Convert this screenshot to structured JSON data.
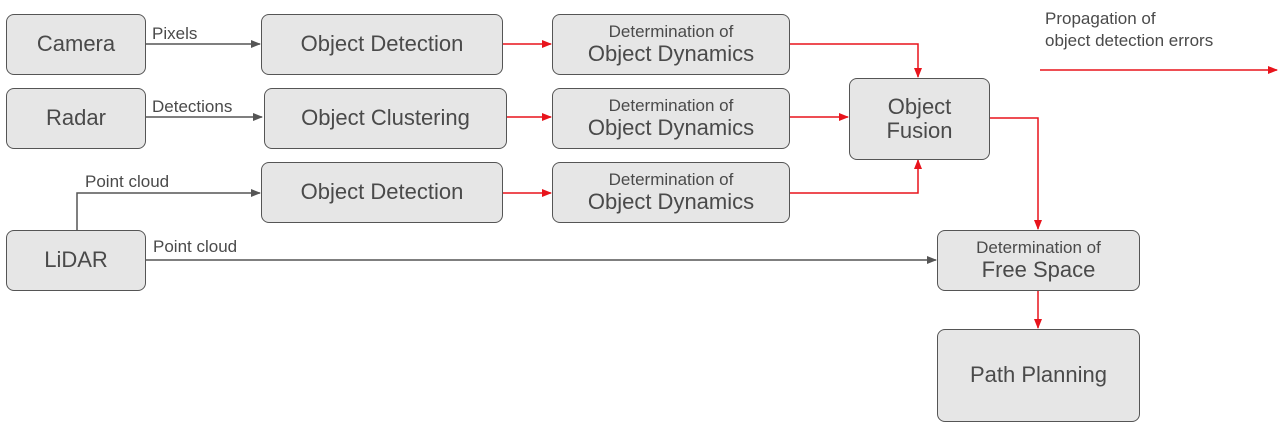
{
  "nodes": {
    "camera": "Camera",
    "radar": "Radar",
    "lidar": "LiDAR",
    "object_detection_1": "Object Detection",
    "object_clustering": "Object Clustering",
    "object_detection_2": "Object Detection",
    "dynamics_1": {
      "line1": "Determination of",
      "line2": "Object Dynamics"
    },
    "dynamics_2": {
      "line1": "Determination of",
      "line2": "Object Dynamics"
    },
    "dynamics_3": {
      "line1": "Determination of",
      "line2": "Object Dynamics"
    },
    "object_fusion": {
      "line1": "Object",
      "line2": "Fusion"
    },
    "free_space": {
      "line1": "Determination of",
      "line2": "Free Space"
    },
    "path_planning": "Path Planning"
  },
  "edge_labels": {
    "pixels": "Pixels",
    "detections": "Detections",
    "point_cloud_1": "Point cloud",
    "point_cloud_2": "Point cloud"
  },
  "legend": {
    "line1": "Propagation of",
    "line2": "object detection errors"
  },
  "colors": {
    "error_arrow": "#e8141c",
    "normal_arrow": "#555555",
    "node_fill": "#e6e6e6"
  }
}
